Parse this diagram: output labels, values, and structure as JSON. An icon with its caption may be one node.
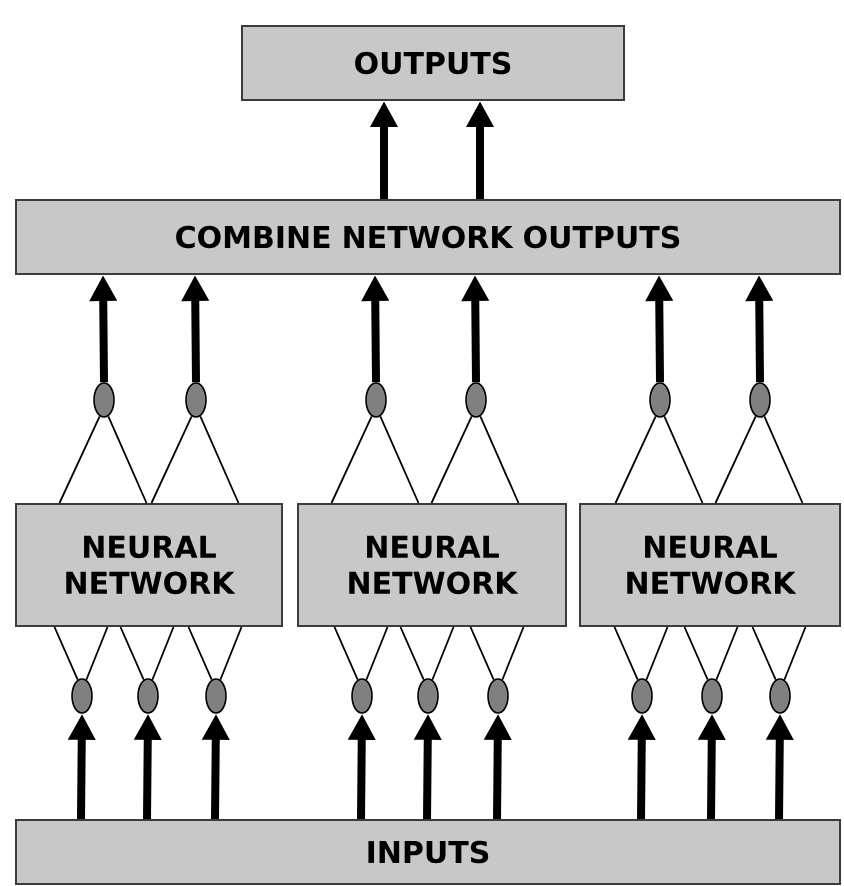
{
  "diagram": {
    "nodes": [
      {
        "text": [
          "OUTPUTS"
        ]
      },
      {
        "text": [
          "COMBINE NETWORK OUTPUTS"
        ]
      },
      {
        "text": [],
        "shape": "circle"
      },
      {
        "text": [],
        "shape": "circle"
      },
      {
        "text": [],
        "shape": "circle"
      },
      {
        "text": [],
        "shape": "circle"
      },
      {
        "text": [],
        "shape": "circle"
      },
      {
        "text": [],
        "shape": "circle"
      },
      {
        "text": [
          "NEURAL NETWORK"
        ]
      },
      {
        "text": [
          "NEURAL NETWORK"
        ]
      },
      {
        "text": [
          "NEURAL NETWORK"
        ]
      },
      {
        "text": [],
        "shape": "circle"
      },
      {
        "text": [],
        "shape": "circle"
      },
      {
        "text": [],
        "shape": "circle"
      },
      {
        "text": [],
        "shape": "circle"
      },
      {
        "text": [],
        "shape": "circle"
      },
      {
        "text": [],
        "shape": "circle"
      },
      {
        "text": [],
        "shape": "circle"
      },
      {
        "text": [],
        "shape": "circle"
      },
      {
        "text": [],
        "shape": "circle"
      },
      {
        "text": [
          "INPUTS"
        ]
      }
    ],
    "edges": [
      {
        "from": 1,
        "to": 0,
        "arrow": "to",
        "style": "thick"
      },
      {
        "from": 1,
        "to": 0,
        "arrow": "to",
        "style": "thick"
      },
      {
        "from": 2,
        "to": 1,
        "arrow": "to",
        "style": "thick"
      },
      {
        "from": 3,
        "to": 1,
        "arrow": "to",
        "style": "thick"
      },
      {
        "from": 4,
        "to": 1,
        "arrow": "to",
        "style": "thick"
      },
      {
        "from": 5,
        "to": 1,
        "arrow": "to",
        "style": "thick"
      },
      {
        "from": 6,
        "to": 1,
        "arrow": "to",
        "style": "thick"
      },
      {
        "from": 7,
        "to": 1,
        "arrow": "to",
        "style": "thick"
      },
      {
        "from": 8,
        "to": 2,
        "arrow": "none"
      },
      {
        "from": 8,
        "to": 2,
        "arrow": "none"
      },
      {
        "from": 8,
        "to": 3,
        "arrow": "none"
      },
      {
        "from": 8,
        "to": 3,
        "arrow": "none"
      },
      {
        "from": 9,
        "to": 4,
        "arrow": "none"
      },
      {
        "from": 9,
        "to": 4,
        "arrow": "none"
      },
      {
        "from": 9,
        "to": 5,
        "arrow": "none"
      },
      {
        "from": 9,
        "to": 5,
        "arrow": "none"
      },
      {
        "from": 10,
        "to": 6,
        "arrow": "none"
      },
      {
        "from": 10,
        "to": 6,
        "arrow": "none"
      },
      {
        "from": 10,
        "to": 7,
        "arrow": "none"
      },
      {
        "from": 10,
        "to": 7,
        "arrow": "none"
      },
      {
        "from": 11,
        "to": 8,
        "arrow": "none"
      },
      {
        "from": 11,
        "to": 8,
        "arrow": "none"
      },
      {
        "from": 12,
        "to": 8,
        "arrow": "none"
      },
      {
        "from": 12,
        "to": 8,
        "arrow": "none"
      },
      {
        "from": 13,
        "to": 8,
        "arrow": "none"
      },
      {
        "from": 13,
        "to": 8,
        "arrow": "none"
      },
      {
        "from": 14,
        "to": 9,
        "arrow": "none"
      },
      {
        "from": 14,
        "to": 9,
        "arrow": "none"
      },
      {
        "from": 15,
        "to": 9,
        "arrow": "none"
      },
      {
        "from": 15,
        "to": 9,
        "arrow": "none"
      },
      {
        "from": 16,
        "to": 9,
        "arrow": "none"
      },
      {
        "from": 16,
        "to": 9,
        "arrow": "none"
      },
      {
        "from": 17,
        "to": 10,
        "arrow": "none"
      },
      {
        "from": 17,
        "to": 10,
        "arrow": "none"
      },
      {
        "from": 18,
        "to": 10,
        "arrow": "none"
      },
      {
        "from": 18,
        "to": 10,
        "arrow": "none"
      },
      {
        "from": 19,
        "to": 10,
        "arrow": "none"
      },
      {
        "from": 19,
        "to": 10,
        "arrow": "none"
      },
      {
        "from": 20,
        "to": 11,
        "arrow": "to",
        "style": "thick"
      },
      {
        "from": 20,
        "to": 12,
        "arrow": "to",
        "style": "thick"
      },
      {
        "from": 20,
        "to": 13,
        "arrow": "to",
        "style": "thick"
      },
      {
        "from": 20,
        "to": 14,
        "arrow": "to",
        "style": "thick"
      },
      {
        "from": 20,
        "to": 15,
        "arrow": "to",
        "style": "thick"
      },
      {
        "from": 20,
        "to": 16,
        "arrow": "to",
        "style": "thick"
      },
      {
        "from": 20,
        "to": 17,
        "arrow": "to",
        "style": "thick"
      },
      {
        "from": 20,
        "to": 18,
        "arrow": "to",
        "style": "thick"
      },
      {
        "from": 20,
        "to": 19,
        "arrow": "to",
        "style": "thick"
      }
    ]
  }
}
